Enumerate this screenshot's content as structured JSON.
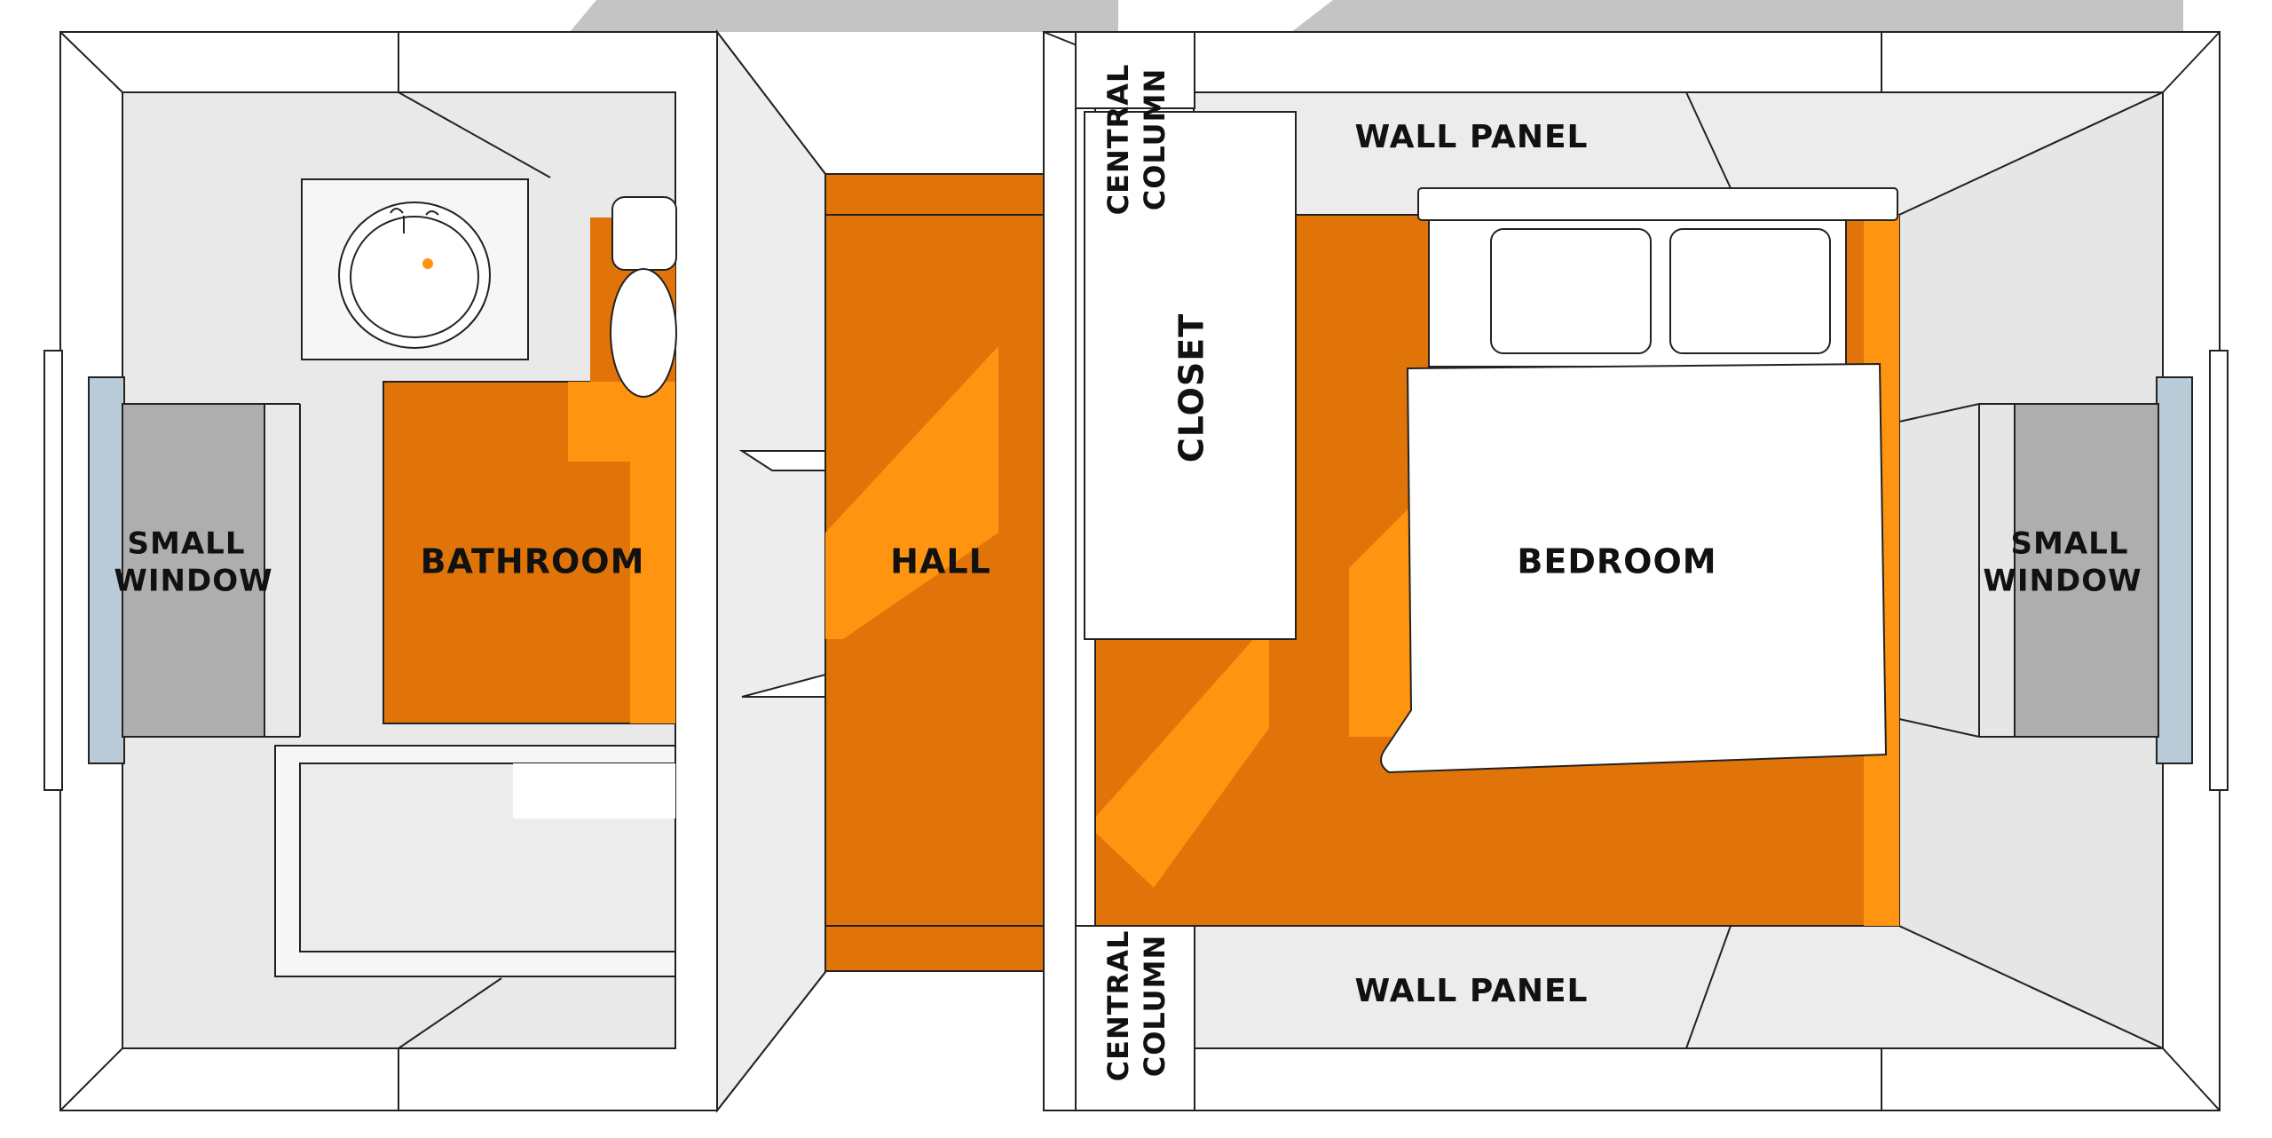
{
  "labels": {
    "bathroom": "BATHROOM",
    "hall": "HALL",
    "bedroom": "BEDROOM",
    "closet": "CLOSET",
    "wall_panel_top": "WALL PANEL",
    "wall_panel_bottom": "WALL PANEL",
    "window_left_line1": "SMALL",
    "window_left_line2": "WINDOW",
    "window_right_line1": "SMALL",
    "window_right_line2": "WINDOW",
    "column_top_line1": "CENTRAL",
    "column_top_line2": "COLUMN",
    "column_bottom_line1": "CENTRAL",
    "column_bottom_line2": "COLUMN"
  },
  "colors": {
    "floor_dark": "#e07408",
    "floor_light": "#ff9410",
    "wall": "#ebebeb",
    "wall_light": "#f6f6f6",
    "roof_shadow": "#c4c4c4",
    "glass": "#aeaeae",
    "window_frame": "#b9cbd6",
    "outline": "#222222"
  }
}
